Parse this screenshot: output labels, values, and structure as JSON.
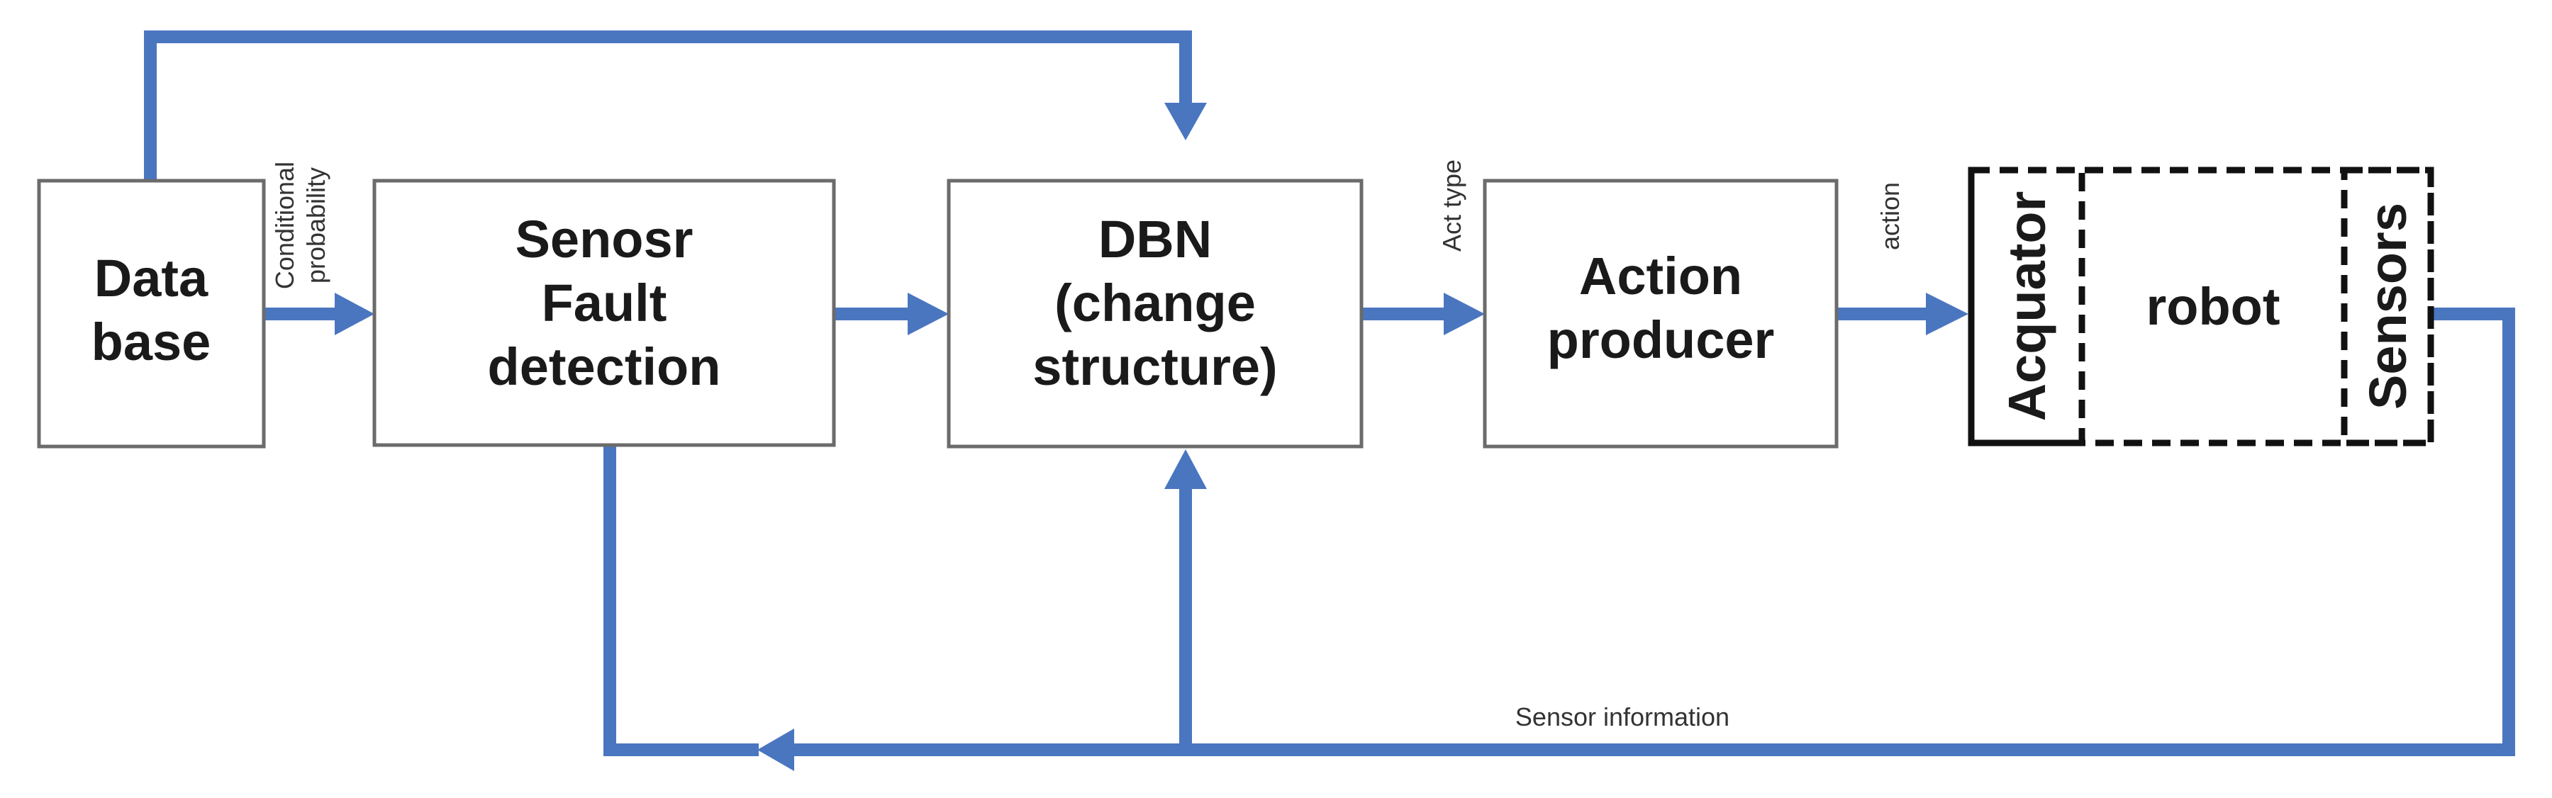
{
  "blocks": {
    "database": {
      "lines": [
        "Data",
        "base"
      ]
    },
    "fault_detection": {
      "lines": [
        "Senosr",
        "Fault",
        "detection"
      ]
    },
    "dbn": {
      "lines": [
        "DBN",
        "(change",
        "structure)"
      ]
    },
    "action_producer": {
      "lines": [
        "Action",
        "producer"
      ]
    },
    "robot": {
      "label": "robot",
      "acquator": "Acquator",
      "sensors": "Sensors"
    }
  },
  "edge_labels": {
    "conditional": [
      "Conditional",
      "probability"
    ],
    "act_type": "Act type",
    "action": "action",
    "sensor_information": "Sensor information"
  },
  "colors": {
    "arrow": "#4a76c0",
    "box_border": "#6b6b6b",
    "dashed_border": "#111111",
    "text": "#1a1a1a"
  }
}
